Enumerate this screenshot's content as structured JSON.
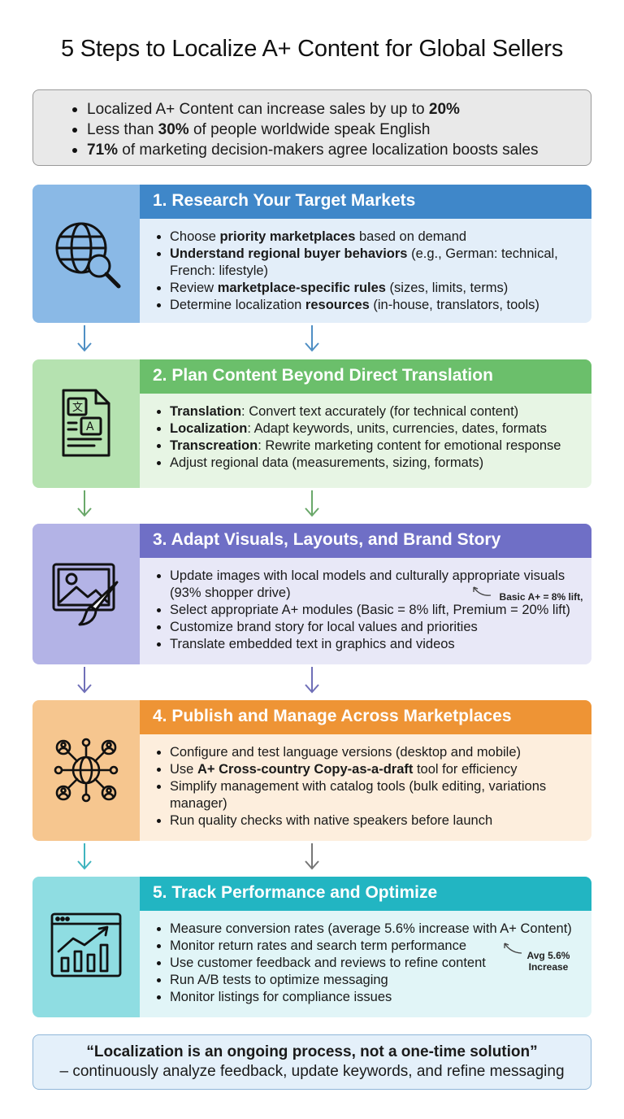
{
  "title": "5 Steps to Localize A+ Content for Global Sellers",
  "stats": [
    {
      "pre": "Localized A+ Content can increase sales by up to ",
      "bold": "20%",
      "post": ""
    },
    {
      "pre": "Less than ",
      "bold": "30%",
      "post": " of people worldwide speak English"
    },
    {
      "pre": "",
      "bold": "71%",
      "post": " of marketing decision-makers agree localization boosts sales"
    }
  ],
  "steps": [
    {
      "title": "1. Research Your Target Markets",
      "icon": "globe-magnifier-icon",
      "header_color": "#3f87c9",
      "left_color": "#8ab9e6",
      "right_color": "#e3eef9",
      "bullets": [
        {
          "pre": "Choose ",
          "bold": "priority marketplaces",
          "post": " based on demand"
        },
        {
          "pre": "",
          "bold": "Understand regional buyer behaviors",
          "post": " (e.g., German: technical, French: lifestyle)"
        },
        {
          "pre": "Review ",
          "bold": "marketplace-specific rules",
          "post": " (sizes, limits, terms)"
        },
        {
          "pre": "Determine localization ",
          "bold": "resources",
          "post": " (in-house, translators, tools)"
        }
      ]
    },
    {
      "title": "2. Plan Content Beyond Direct Translation",
      "icon": "translation-document-icon",
      "header_color": "#6bbf6b",
      "left_color": "#b5e2b0",
      "right_color": "#e7f5e4",
      "bullets": [
        {
          "pre": "",
          "bold": "Translation",
          "post": ": Convert text accurately (for technical content)"
        },
        {
          "pre": "",
          "bold": "Localization",
          "post": ": Adapt keywords, units, currencies, dates, formats"
        },
        {
          "pre": "",
          "bold": "Transcreation",
          "post": ": Rewrite marketing content for emotional response"
        },
        {
          "pre": "Adjust regional data (measurements, sizing, formats)",
          "bold": "",
          "post": ""
        }
      ]
    },
    {
      "title": "3. Adapt Visuals, Layouts, and Brand Story",
      "icon": "image-paintbrush-icon",
      "header_color": "#6f6fc6",
      "left_color": "#b3b3e6",
      "right_color": "#e8e8f7",
      "bullets": [
        {
          "pre": "Update images with local models and culturally appropriate visuals (93% shopper drive)",
          "bold": "",
          "post": ""
        },
        {
          "pre": "Select appropriate A+ modules (Basic = 8% lift, Premium = 20% lift)",
          "bold": "",
          "post": ""
        },
        {
          "pre": "Customize brand story for local values and priorities",
          "bold": "",
          "post": ""
        },
        {
          "pre": "Translate embedded text in graphics and videos",
          "bold": "",
          "post": ""
        }
      ],
      "note": "Basic A+ = 8% lift,"
    },
    {
      "title": "4. Publish and Manage Across Marketplaces",
      "icon": "network-globe-icon",
      "header_color": "#ee9435",
      "left_color": "#f6c68f",
      "right_color": "#fdeedd",
      "bullets": [
        {
          "pre": "Configure and test language versions (desktop and mobile)",
          "bold": "",
          "post": ""
        },
        {
          "pre": "Use ",
          "bold": "A+ Cross-country Copy-as-a-draft",
          "post": " tool for efficiency"
        },
        {
          "pre": "Simplify management with catalog tools (bulk editing, variations manager)",
          "bold": "",
          "post": ""
        },
        {
          "pre": "Run quality checks with native speakers before launch",
          "bold": "",
          "post": ""
        }
      ]
    },
    {
      "title": "5. Track Performance and Optimize",
      "icon": "chart-trend-icon",
      "header_color": "#22b5c2",
      "left_color": "#8fdde2",
      "right_color": "#e1f5f7",
      "bullets": [
        {
          "pre": "Measure conversion rates (average 5.6% increase with A+ Content)",
          "bold": "",
          "post": ""
        },
        {
          "pre": "Monitor return rates and search term performance",
          "bold": "",
          "post": ""
        },
        {
          "pre": "Use customer feedback and reviews to refine content",
          "bold": "",
          "post": ""
        },
        {
          "pre": "Run A/B tests to optimize messaging",
          "bold": "",
          "post": ""
        },
        {
          "pre": "Monitor listings for compliance issues",
          "bold": "",
          "post": ""
        }
      ],
      "note": "Avg 5.6% Increase"
    }
  ],
  "arrow_colors": {
    "s1": "#4f8fc4",
    "s2": "#6aa86a",
    "s3": "#6f6fb8",
    "s4": "#3fb4bf"
  },
  "quote": {
    "line1": "“Localization is an ongoing process, not a one-time solution”",
    "line2": "– continuously analyze feedback, update keywords, and refine messaging"
  }
}
